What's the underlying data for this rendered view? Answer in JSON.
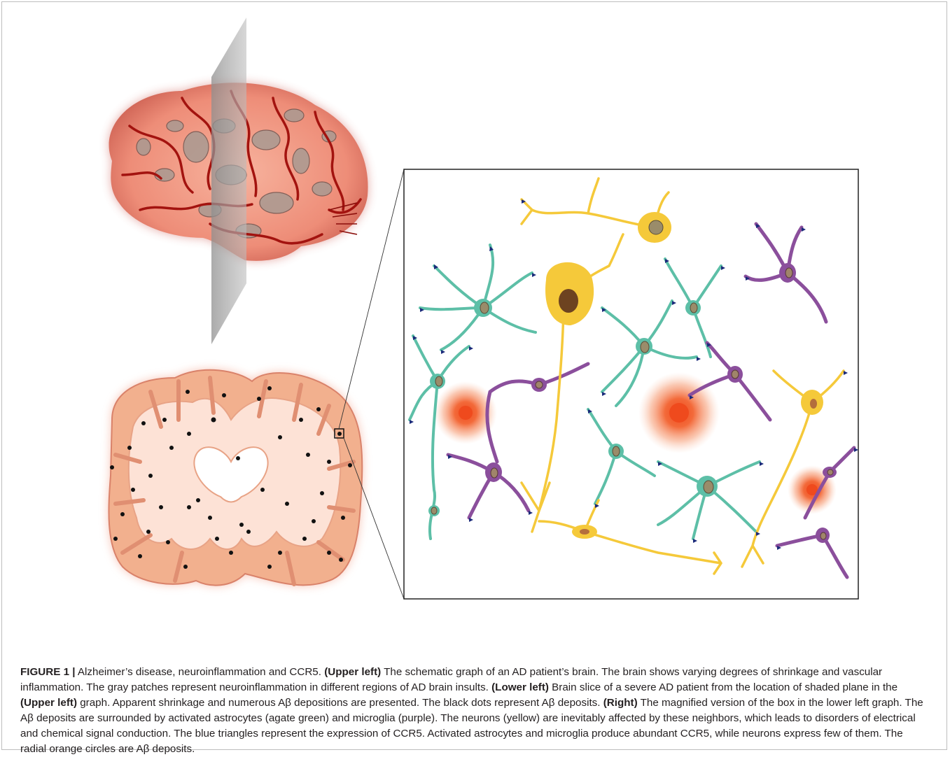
{
  "caption": {
    "figure_label": "FIGURE 1 |",
    "intro": " Alzheimer’s disease, neuroinflammation and CCR5. ",
    "upper_left_label": "(Upper left)",
    "upper_left_text": " The schematic graph of an AD patient’s brain. The brain shows varying degrees of shrinkage and vascular inflammation. The gray patches represent neuroinflammation in different regions of AD brain insults. ",
    "lower_left_label": "(Lower left)",
    "lower_left_text_1": " Brain slice of a severe AD patient from the location of shaded plane in the ",
    "upper_left_ref": "(Upper left)",
    "lower_left_text_2": " graph. Apparent shrinkage and numerous Aβ depositions are presented. The black dots represent Aβ deposits. ",
    "right_label": "(Right)",
    "right_text": " The magnified version of the box in the lower left graph. The Aβ deposits are surrounded by activated astrocytes (agate green) and microglia (purple). The neurons (yellow) are inevitably affected by these neighbors, which leads to disorders of electrical and chemical signal conduction. The blue triangles represent the expression of CCR5. Activated astrocytes and microglia produce abundant CCR5, while neurons express few of them. The radial orange circles are Aβ deposits."
  },
  "colors": {
    "astrocyte": "#5dbfa7",
    "microglia": "#8b4f9c",
    "neuron": "#f5c93a",
    "ccr5_triangle": "#1b2a7a",
    "abeta_core": "#ef4a1d",
    "brain_cortex": "#f4a78f",
    "brain_vessel": "#a3130f",
    "slice_cortex": "#f2b08e",
    "slice_white_matter": "#fde2d6"
  }
}
